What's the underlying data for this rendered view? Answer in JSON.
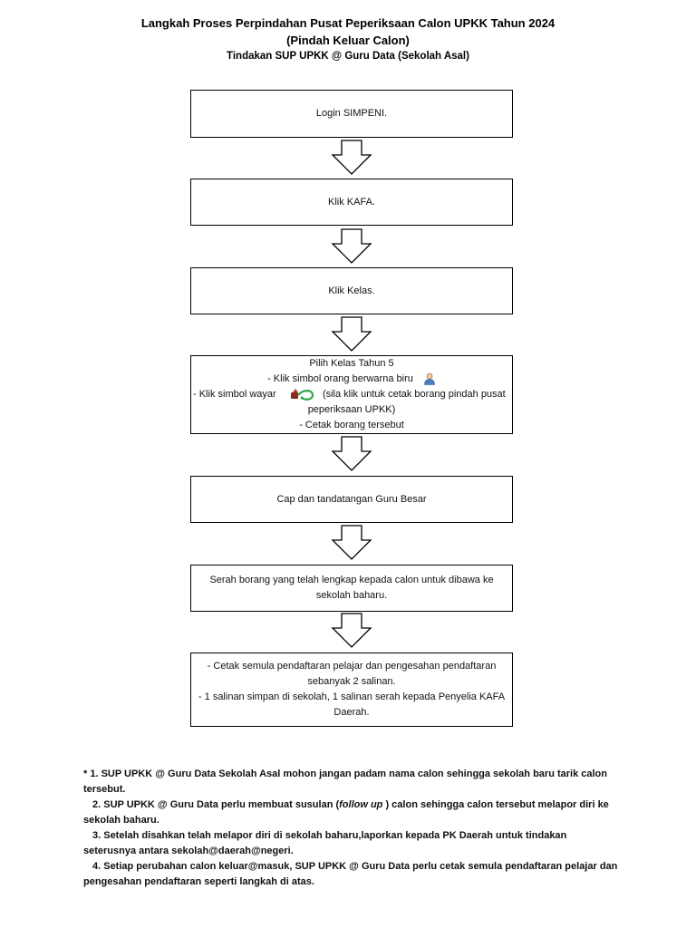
{
  "header": {
    "title_line1": "Langkah Proses Perpindahan Pusat Peperiksaan Calon UPKK Tahun 2024",
    "title_line2": "(Pindah Keluar Calon)",
    "subtitle": "Tindakan SUP UPKK @ Guru Data (Sekolah Asal)"
  },
  "steps": {
    "s1": "Login SIMPENI.",
    "s2": "Klik KAFA.",
    "s3": "Klik Kelas.",
    "s4": {
      "line1": "Pilih Kelas Tahun 5",
      "line2": "- Klik simbol orang berwarna biru",
      "line3_label": "- Klik simbol wayar",
      "line3_text": "(sila klik untuk cetak borang pindah pusat",
      "line4": "peperiksaan UPKK)",
      "line5": "- Cetak borang tersebut"
    },
    "s5": "Cap dan tandatangan Guru Besar",
    "s6": {
      "line1": "Serah borang yang telah lengkap kepada calon untuk dibawa ke",
      "line2": "sekolah baharu."
    },
    "s7": {
      "line1": "- Cetak semula pendaftaran pelajar dan pengesahan pendaftaran",
      "line2": "sebanyak 2 salinan.",
      "line3": "- 1 salinan simpan di sekolah, 1 salinan serah kepada Penyelia KAFA",
      "line4": "Daerah."
    }
  },
  "notes": {
    "n1_line1": "* 1. SUP UPKK @ Guru Data Sekolah Asal mohon jangan padam nama calon sehingga sekolah baru tarik calon",
    "n1_line2": "tersebut.",
    "n2_pre": "2. SUP UPKK @ Guru Data perlu membuat susulan (",
    "n2_italic": "follow up",
    "n2_post": " ) calon sehingga calon tersebut melapor diri ke",
    "n2_line2": "sekolah baharu.",
    "n3_line1": "3. Setelah disahkan telah melapor diri di sekolah baharu,laporkan kepada PK Daerah untuk tindakan",
    "n3_line2": "seterusnya antara sekolah@daerah@negeri.",
    "n4_line1": "4. Setiap perubahan calon keluar@masuk, SUP UPKK @ Guru Data perlu cetak semula pendaftaran pelajar dan",
    "n4_line2": "pengesahan pendaftaran seperti langkah di atas."
  },
  "icons": {
    "person": "person-icon",
    "wire": "wire-icon",
    "person_color": "#4a7fc1",
    "arrow_color": "#000000"
  }
}
